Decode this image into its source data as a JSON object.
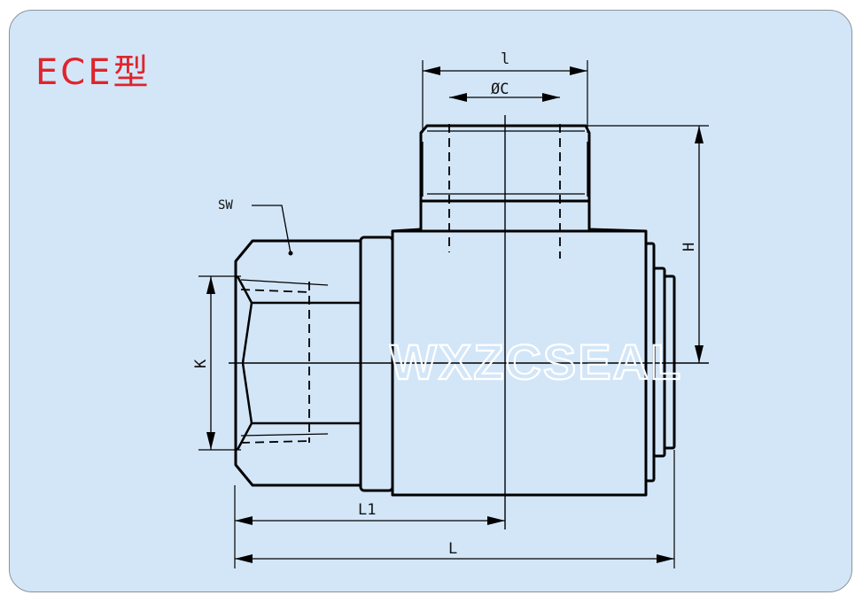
{
  "title": "ECE型",
  "watermark": "WXZCSEAL",
  "labels": {
    "l": "l",
    "phi_c": "ØC",
    "h": "H",
    "k": "K",
    "sw": "SW",
    "l1": "L1",
    "length": "L"
  },
  "colors": {
    "background": "#d3e6f8",
    "title": "#e0242c",
    "line": "#000000",
    "watermark": "#ffffff"
  }
}
